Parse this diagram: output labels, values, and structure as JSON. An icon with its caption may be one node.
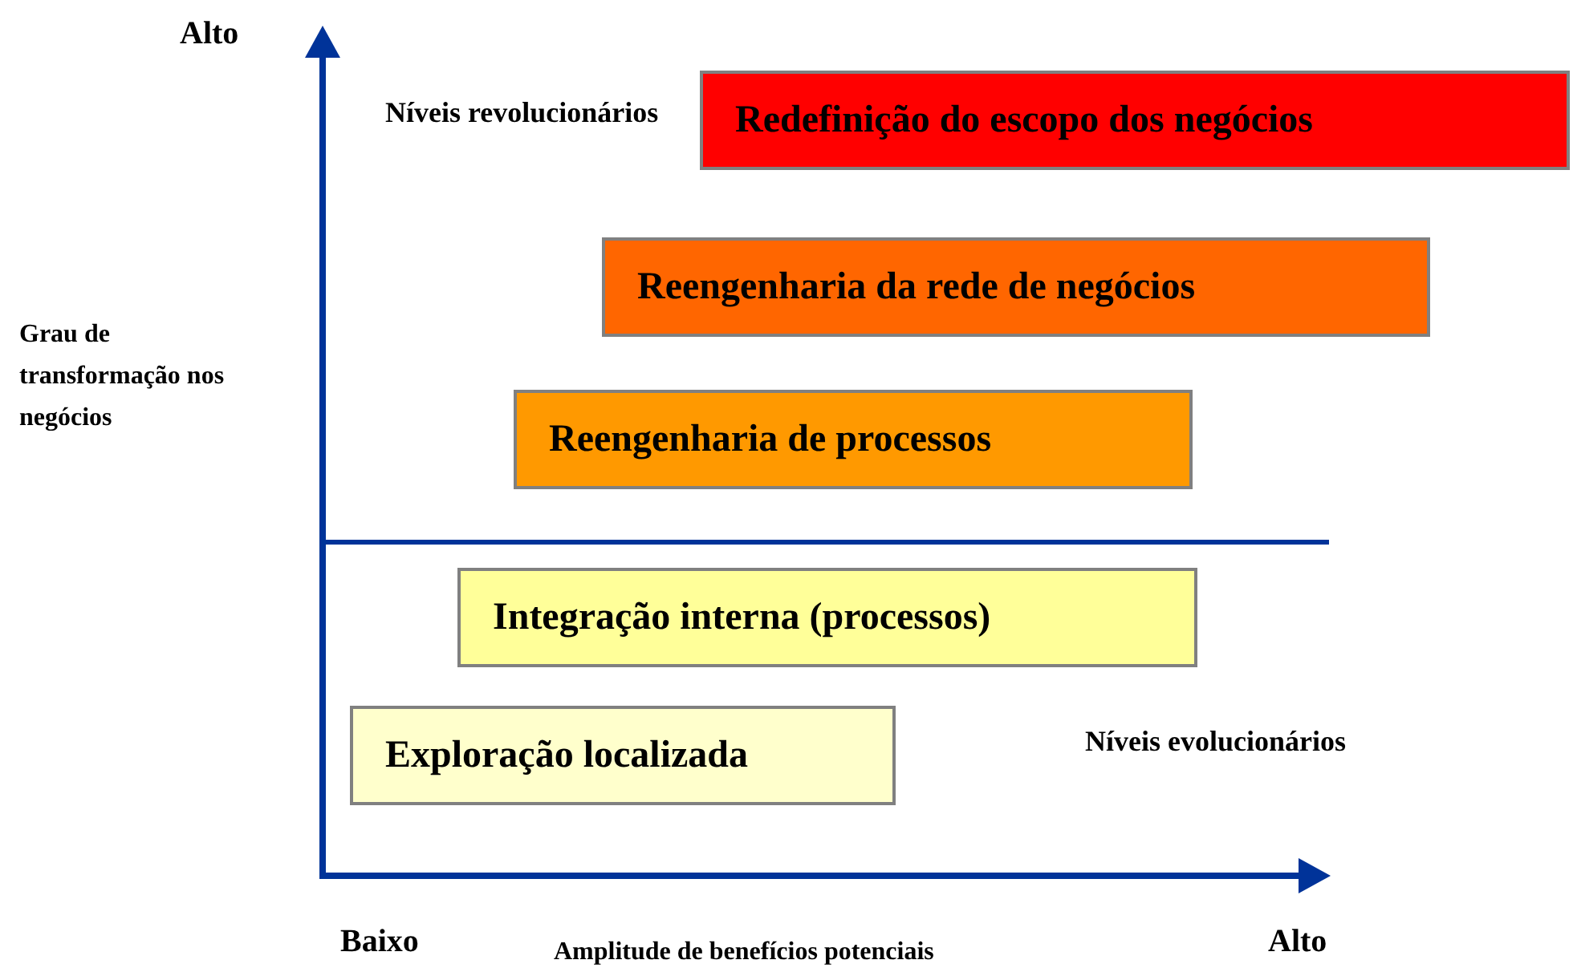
{
  "diagram": {
    "nodes": [
      {
        "text": [
          "Redefinição do escopo dos negócios"
        ]
      },
      {
        "text": [
          "Reengenharia da rede de negócios"
        ]
      },
      {
        "text": [
          "Reengenharia de processos"
        ]
      },
      {
        "text": [
          "Integração interna (processos)"
        ]
      },
      {
        "text": [
          "Exploração localizada"
        ]
      }
    ],
    "labels": [
      "Alto",
      "Níveis revolucionários",
      "Grau de transformação nos negócios",
      "Níveis evolucionários",
      "Baixo",
      "Amplitude de benefícios potenciais",
      "Alto"
    ]
  }
}
